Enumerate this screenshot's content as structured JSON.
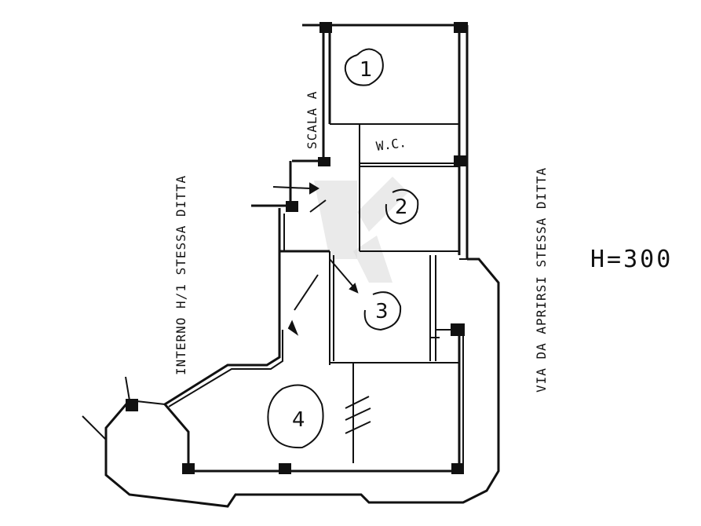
{
  "labels": {
    "scala": "SCALA A",
    "interno": "INTERNO H/1 STESSA DITTA",
    "via": "VIA DA APRIRSI STESSA DITTA",
    "height": "H=300"
  },
  "rooms": {
    "r1": "1",
    "r2": "2",
    "r3": "3",
    "r4": "4",
    "wc": "W.C."
  },
  "icons": [
    "watermark-logo-icon",
    "entry-arrow-icon",
    "stair-hatch-icon"
  ]
}
